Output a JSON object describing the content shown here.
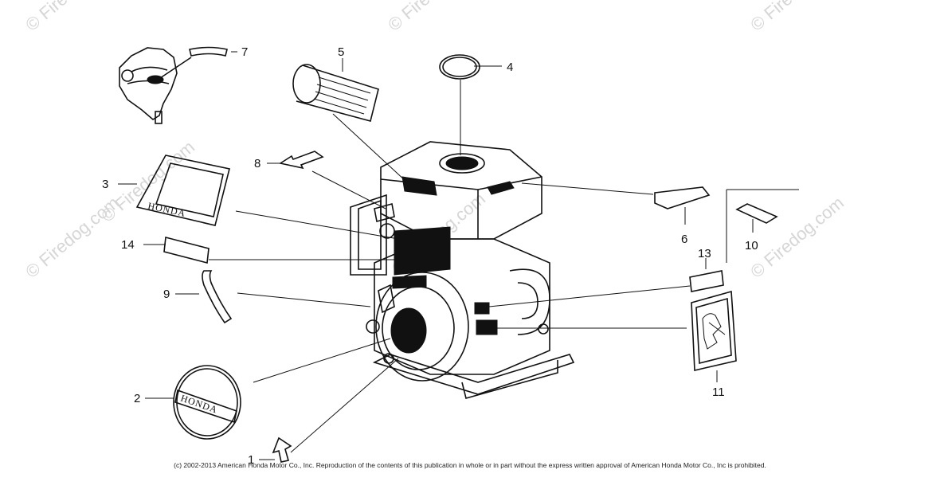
{
  "diagram": {
    "callouts": [
      {
        "id": "1",
        "label": "1"
      },
      {
        "id": "2",
        "label": "2"
      },
      {
        "id": "3",
        "label": "3"
      },
      {
        "id": "4",
        "label": "4"
      },
      {
        "id": "5",
        "label": "5"
      },
      {
        "id": "6",
        "label": "6"
      },
      {
        "id": "7",
        "label": "7"
      },
      {
        "id": "8",
        "label": "8"
      },
      {
        "id": "9",
        "label": "9"
      },
      {
        "id": "10",
        "label": "10"
      },
      {
        "id": "11",
        "label": "11"
      },
      {
        "id": "13",
        "label": "13"
      },
      {
        "id": "14",
        "label": "14"
      }
    ],
    "brand_label_3": "HONDA",
    "brand_label_2": "HONDA"
  },
  "watermarks": [
    {
      "text": "© Firedog.com"
    },
    {
      "text": "© Firedog.com"
    },
    {
      "text": "© Firedog.com"
    },
    {
      "text": "© Firedog.com"
    },
    {
      "text": "© Firedog.com"
    },
    {
      "text": "© Firedog.com"
    },
    {
      "text": "© Firedog.com"
    }
  ],
  "copyright": "(c) 2002-2013 American Honda Motor Co., Inc. Reproduction of the contents of this publication in whole or in part without the express written approval of American Honda Motor Co., Inc is prohibited."
}
